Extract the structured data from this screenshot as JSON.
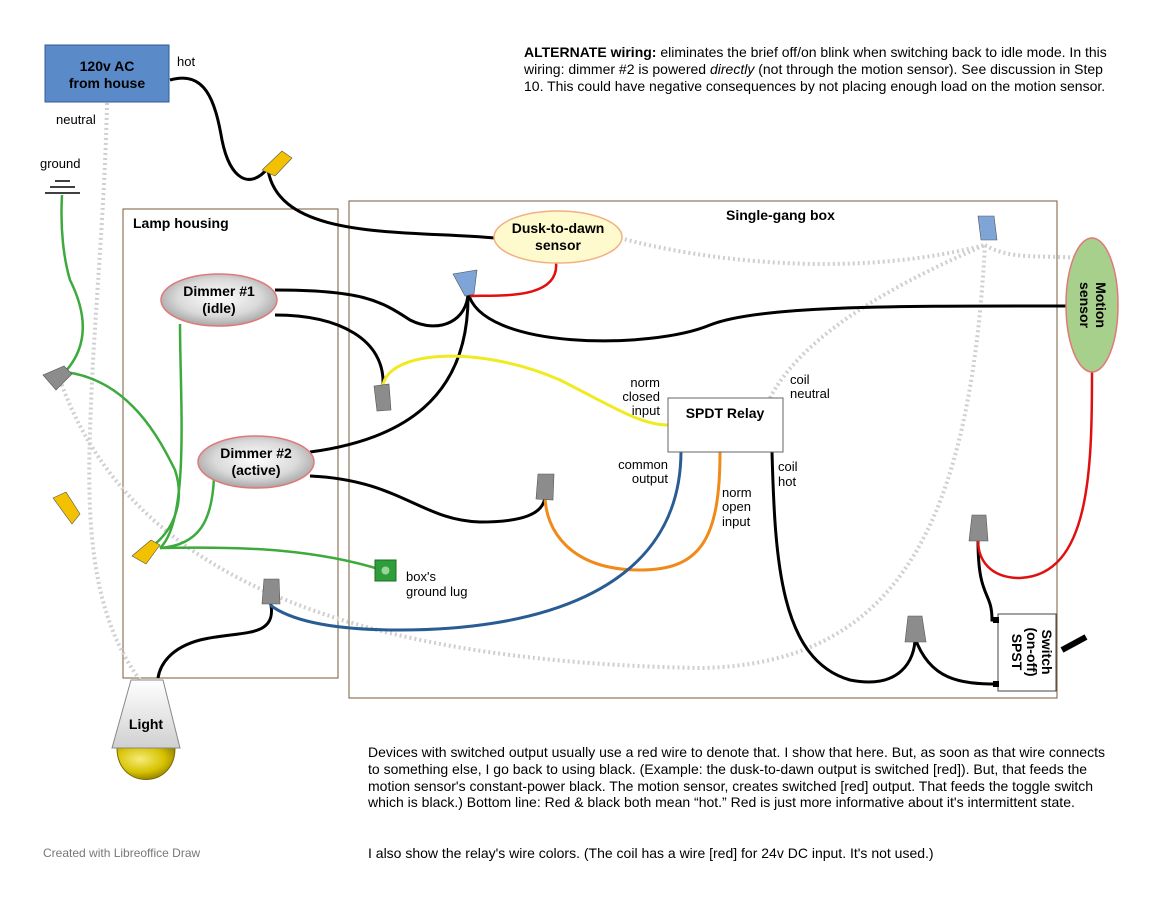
{
  "source": {
    "line1": "120v AC",
    "line2": "from house"
  },
  "wire_labels": {
    "hot": "hot",
    "neutral": "neutral",
    "ground": "ground"
  },
  "enclosures": {
    "lamp_housing": "Lamp housing",
    "single_gang_box": "Single-gang box"
  },
  "devices": {
    "dusk": {
      "line1": "Dusk-to-dawn",
      "line2": "sensor"
    },
    "dimmer1": {
      "line1": "Dimmer #1",
      "line2": "(idle)"
    },
    "dimmer2": {
      "line1": "Dimmer #2",
      "line2": "(active)"
    },
    "motion": {
      "line1": "Motion",
      "line2": "sensor"
    },
    "relay": "SPDT Relay",
    "switch": {
      "line1": "Switch",
      "line2": "(on-off)",
      "line3": "SPST"
    },
    "light": "Light"
  },
  "relay_terminals": {
    "norm_closed": [
      "norm",
      "closed",
      "input"
    ],
    "coil_neutral": [
      "coil",
      "neutral"
    ],
    "common_output": [
      "common",
      "output"
    ],
    "norm_open": [
      "norm",
      "open",
      "input"
    ],
    "coil_hot": [
      "coil",
      "hot"
    ]
  },
  "ground_lug": [
    "box's",
    "ground lug"
  ],
  "notes": {
    "alternate_title": "ALTERNATE wiring:",
    "alternate_part1": " eliminates the brief off/on blink when switching back to idle mode. In this wiring: dimmer #2 is powered ",
    "alternate_emph": "directly",
    "alternate_part2": " (not through the motion sensor). See discussion in Step 10. This could have negative consequences by not placing enough load on the motion sensor.",
    "devices": "Devices with switched output usually use a red wire to denote that. I show that here. But, as soon as that wire connects to something else, I go back to using black. (Example: the dusk-to-dawn output is switched [red]). But, that feeds the motion sensor's constant-power black. The motion sensor, creates switched [red] output. That feeds the toggle switch which is black.) Bottom line: Red & black both mean “hot.” Red is just more informative about it's intermittent state.",
    "relay": "I also show the relay's wire colors. (The coil has a wire [red] for 24v DC input. It's not used.)"
  },
  "credit": "Created with Libreoffice Draw",
  "colors": {
    "hot_wire": "#000000",
    "switched_wire": "#e01010",
    "ground_wire": "#3caa3c",
    "neutral_wire": "#d4d4d4",
    "relay_nc_wire": "#f0ea20",
    "relay_common_wire": "#2a5c94",
    "relay_no_wire": "#f08a1a",
    "source_fill": "#5a8ac8",
    "motion_fill": "#a8d08d",
    "dusk_fill": "#fffacd",
    "nut_yellow": "#f2c200",
    "nut_blue": "#7ea4d8",
    "nut_gray": "#8c8c8c",
    "box_border": "#7a5a3a"
  }
}
